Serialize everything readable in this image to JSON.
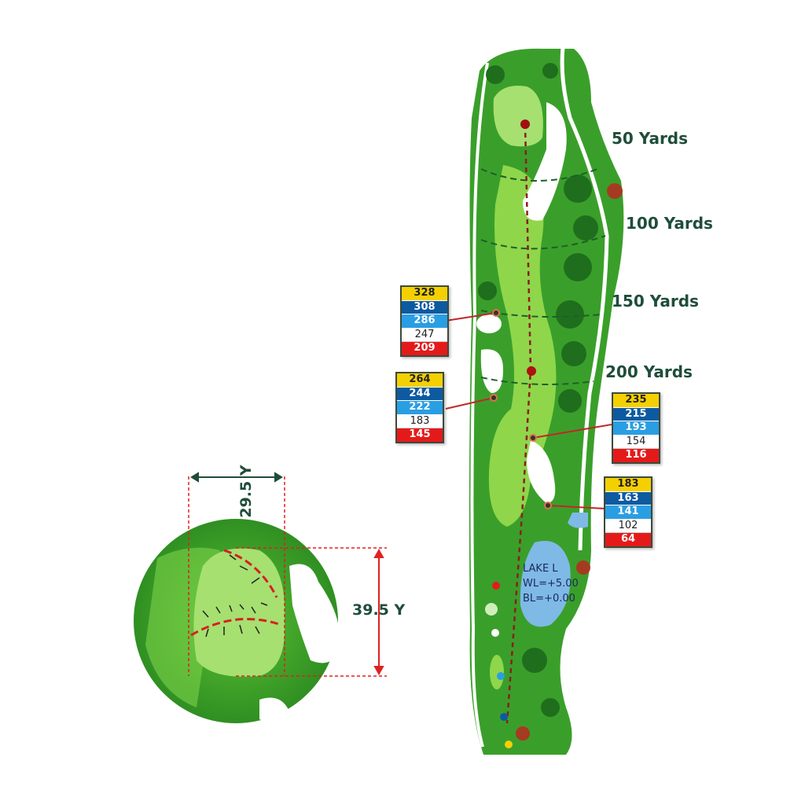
{
  "yard_markers": [
    "50 Yards",
    "100 Yards",
    "150 Yards",
    "200 Yards"
  ],
  "distance_boxes": [
    {
      "values": [
        "328",
        "308",
        "286",
        "247",
        "209"
      ]
    },
    {
      "values": [
        "264",
        "244",
        "222",
        "183",
        "145"
      ]
    },
    {
      "values": [
        "235",
        "215",
        "193",
        "154",
        "116"
      ]
    },
    {
      "values": [
        "183",
        "163",
        "141",
        "102",
        "64"
      ]
    }
  ],
  "lake": {
    "name": "LAKE L",
    "wl": "WL=+5.00",
    "bl": "BL=+0.00"
  },
  "green_inset": {
    "width_label": "29.5 Y",
    "depth_label": "39.5 Y"
  },
  "colors": {
    "tee_gold": "#f5d000",
    "tee_blue": "#0d5aa0",
    "tee_light_blue": "#2a9ee3",
    "tee_white": "#ffffff",
    "tee_red": "#e41a1a",
    "rough": "#3fa52c",
    "fairway": "#8fd64a"
  }
}
